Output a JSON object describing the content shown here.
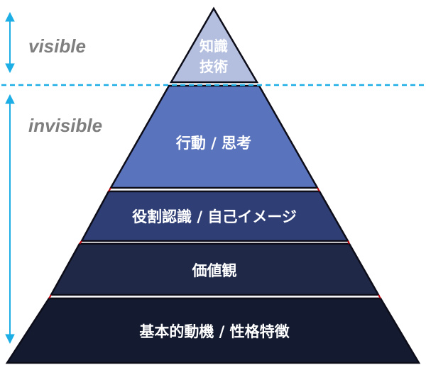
{
  "labels": {
    "visible": "visible",
    "invisible": "invisible"
  },
  "tiers": [
    {
      "lines": [
        "知識",
        "技術"
      ],
      "color": "#b4bfe0"
    },
    {
      "lines": [
        "行動 / 思考"
      ],
      "color": "#5a73bd"
    },
    {
      "lines": [
        "役割認識 / 自己イメージ"
      ],
      "color": "#2f3f76"
    },
    {
      "lines": [
        "価値観"
      ],
      "color": "#1f2947"
    },
    {
      "lines": [
        "基本的動機 / 性格特徴"
      ],
      "color": "#141b30"
    }
  ],
  "colors": {
    "arrow": "#1eaee6",
    "divider": "#1eaee6",
    "outline": "#0d0d1a",
    "gap_marker": "#c0000b"
  }
}
